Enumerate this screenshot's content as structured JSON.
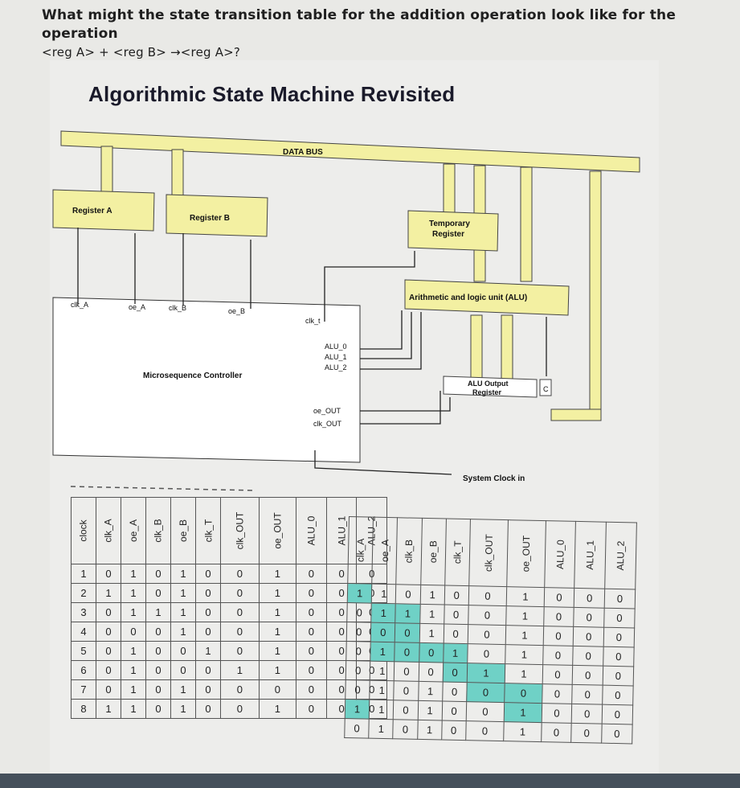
{
  "question": {
    "line1": "What might the state transition table for the addition operation look like for the operation",
    "line2": "<reg A> + <reg B> →<reg A>?"
  },
  "slide": {
    "title": "Algorithmic State Machine Revisited",
    "databus": "DATA BUS",
    "register_a": "Register A",
    "register_b": "Register B",
    "temp_register": [
      "Temporary",
      "Register"
    ],
    "alu": "Arithmetic and logic unit (ALU)",
    "alu_output": [
      "ALU Output",
      "Register"
    ],
    "carry": "C",
    "controller": "Microsequence Controller",
    "system_clock": "System Clock in",
    "signals_top": [
      "clk_A",
      "oe_A",
      "clk_B",
      "oe_B",
      "clk_t"
    ],
    "alu_signals": [
      "ALU_0",
      "ALU_1",
      "ALU_2"
    ],
    "out_signals": [
      "oe_OUT",
      "clk_OUT"
    ]
  },
  "table_left": {
    "headers": [
      "clock",
      "clk_A",
      "oe_A",
      "clk_B",
      "oe_B",
      "clk_T",
      "clk_OUT",
      "oe_OUT",
      "ALU_0",
      "ALU_1",
      "ALU_2"
    ],
    "rows": [
      [
        "1",
        "0",
        "1",
        "0",
        "1",
        "0",
        "0",
        "1",
        "0",
        "0",
        "0"
      ],
      [
        "2",
        "1",
        "1",
        "0",
        "1",
        "0",
        "0",
        "1",
        "0",
        "0",
        "0"
      ],
      [
        "3",
        "0",
        "1",
        "1",
        "1",
        "0",
        "0",
        "1",
        "0",
        "0",
        "0"
      ],
      [
        "4",
        "0",
        "0",
        "0",
        "1",
        "0",
        "0",
        "1",
        "0",
        "0",
        "0"
      ],
      [
        "5",
        "0",
        "1",
        "0",
        "0",
        "1",
        "0",
        "1",
        "0",
        "0",
        "0"
      ],
      [
        "6",
        "0",
        "1",
        "0",
        "0",
        "0",
        "1",
        "1",
        "0",
        "0",
        "0"
      ],
      [
        "7",
        "0",
        "1",
        "0",
        "1",
        "0",
        "0",
        "0",
        "0",
        "0",
        "0"
      ],
      [
        "8",
        "1",
        "1",
        "0",
        "1",
        "0",
        "0",
        "1",
        "0",
        "0",
        "0"
      ]
    ]
  },
  "table_right": {
    "headers": [
      "clk_A",
      "oe_A",
      "clk_B",
      "oe_B",
      "clk_T",
      "clk_OUT",
      "oe_OUT",
      "ALU_0",
      "ALU_1",
      "ALU_2"
    ],
    "rows": [
      [
        "1",
        "1",
        "0",
        "1",
        "0",
        "0",
        "1",
        "0",
        "0",
        "0"
      ],
      [
        "0",
        "1",
        "1",
        "1",
        "0",
        "0",
        "1",
        "0",
        "0",
        "0"
      ],
      [
        "0",
        "0",
        "0",
        "1",
        "0",
        "0",
        "1",
        "0",
        "0",
        "0"
      ],
      [
        "0",
        "1",
        "0",
        "0",
        "1",
        "0",
        "1",
        "0",
        "0",
        "0"
      ],
      [
        "0",
        "1",
        "0",
        "0",
        "0",
        "1",
        "1",
        "0",
        "0",
        "0"
      ],
      [
        "0",
        "1",
        "0",
        "1",
        "0",
        "0",
        "0",
        "0",
        "0",
        "0"
      ],
      [
        "1",
        "1",
        "0",
        "1",
        "0",
        "0",
        "1",
        "0",
        "0",
        "0"
      ],
      [
        "0",
        "1",
        "0",
        "1",
        "0",
        "0",
        "1",
        "0",
        "0",
        "0"
      ]
    ],
    "highlight_color": "#6fd1c6"
  }
}
